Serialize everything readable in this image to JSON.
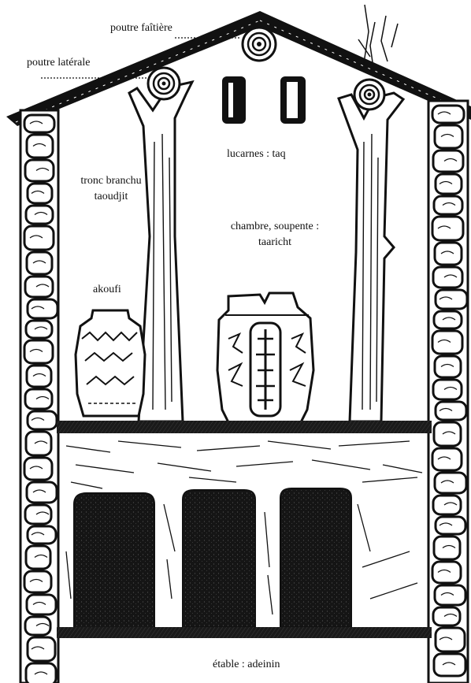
{
  "labels": {
    "ridge_beam": "poutre faîtière",
    "side_beam": "poutre latérale",
    "skylights": "lucarnes : taq",
    "trunk_line1": "tronc branchu",
    "trunk_line2": "taoudjit",
    "room_line1": "chambre, soupente :",
    "room_line2": "taaricht",
    "jar": "akoufi",
    "stable": "étable : adeinin"
  },
  "colors": {
    "ink": "#111111",
    "paper": "#ffffff",
    "stone": "#f4f4f4",
    "dark_fill": "#1a1a1a"
  },
  "icons": [
    "ridge-beam-spiral-icon",
    "side-beam-spiral-icon",
    "storage-jar-icon"
  ]
}
